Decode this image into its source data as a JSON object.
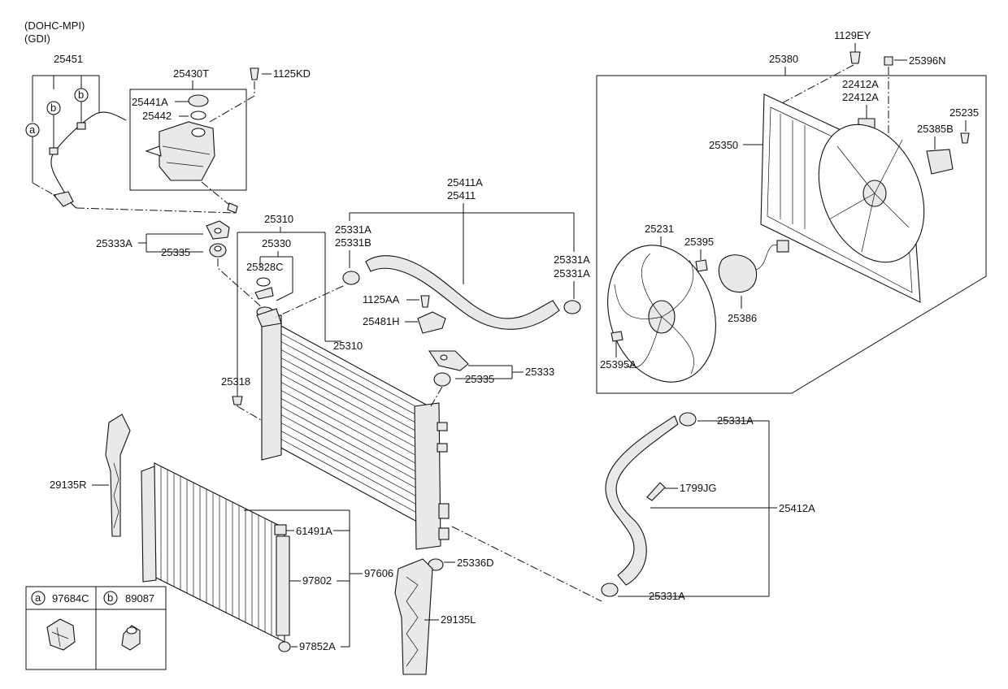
{
  "header": {
    "line1": "(DOHC-MPI)",
    "line2": "(GDI)"
  },
  "labels": {
    "p25451": "25451",
    "p25430T": "25430T",
    "p1125KD": "1125KD",
    "p25441A": "25441A",
    "p25442": "25442",
    "p25333A": "25333A",
    "p25335a": "25335",
    "p25310a": "25310",
    "p25330": "25330",
    "p25328C": "25328C",
    "p25331A_1": "25331A",
    "p25331B": "25331B",
    "p25411A": "25411A",
    "p25411": "25411",
    "p25331A_2": "25331A",
    "p25331A_3": "25331A",
    "p1125AA": "1125AA",
    "p25481H": "25481H",
    "p25310b": "25310",
    "p25318": "25318",
    "p25335b": "25335",
    "p25333": "25333",
    "p1129EY": "1129EY",
    "p25396N": "25396N",
    "p25380": "25380",
    "p22412A_1": "22412A",
    "p22412A_2": "22412A",
    "p25235": "25235",
    "p25385B": "25385B",
    "p25350": "25350",
    "p25231": "25231",
    "p25395": "25395",
    "p25386": "25386",
    "p25395A": "25395A",
    "p25331A_4": "25331A",
    "p1799JG": "1799JG",
    "p25412A": "25412A",
    "p25331A_5": "25331A",
    "p29135R": "29135R",
    "p61491A": "61491A",
    "p97802": "97802",
    "p97606": "97606",
    "p97852A": "97852A",
    "p25336D": "25336D",
    "p29135L": "29135L"
  },
  "callouts": {
    "a": "a",
    "b": "b"
  },
  "legend": {
    "a_letter": "a",
    "a_part": "97684C",
    "b_letter": "b",
    "b_part": "89087"
  }
}
